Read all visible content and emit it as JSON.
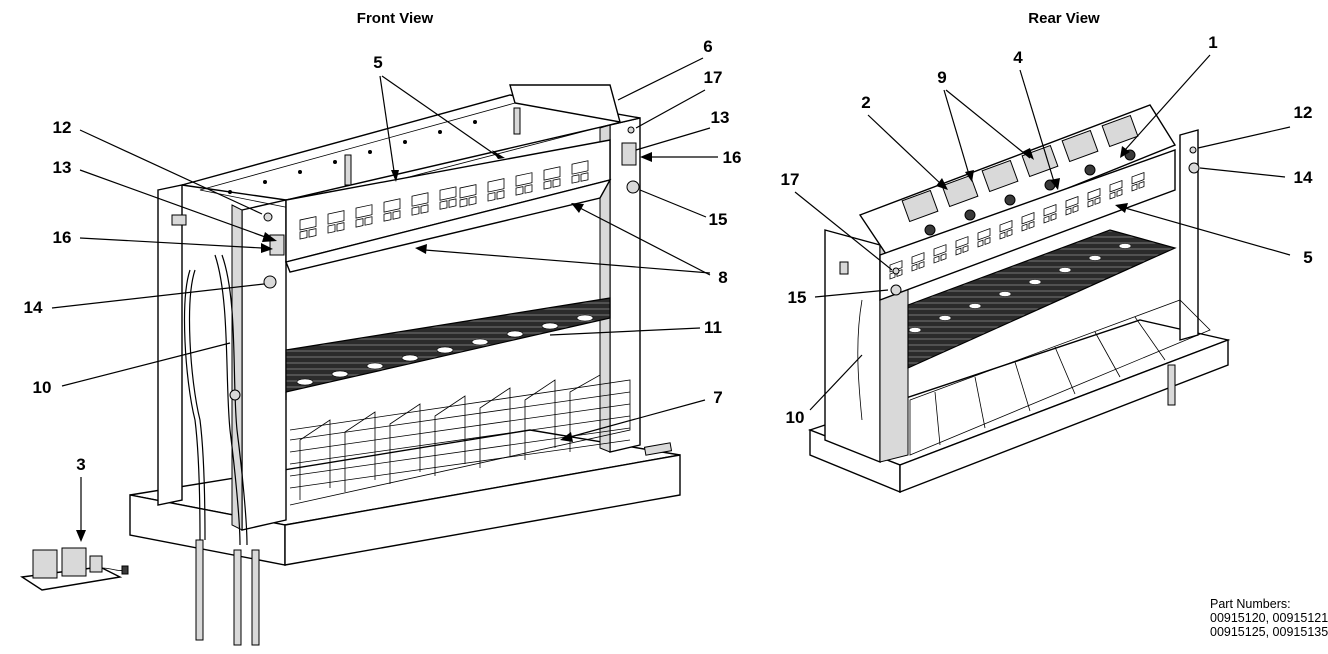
{
  "views": {
    "front_title": "Front View",
    "rear_title": "Rear View"
  },
  "front_callouts": {
    "c5": "5",
    "c6": "6",
    "c17": "17",
    "c12": "12",
    "c13a": "13",
    "c13b": "13",
    "c16a": "16",
    "c16b": "16",
    "c15": "15",
    "c8": "8",
    "c14": "14",
    "c11": "11",
    "c10": "10",
    "c7": "7",
    "c3": "3"
  },
  "rear_callouts": {
    "c9": "9",
    "c4": "4",
    "c1": "1",
    "c2": "2",
    "c12": "12",
    "c17": "17",
    "c14": "14",
    "c5": "5",
    "c15": "15",
    "c10": "10"
  },
  "part_numbers": {
    "line1": "Part Numbers:",
    "line2": "00915120, 00915121,",
    "line3": "00915125, 00915135"
  }
}
